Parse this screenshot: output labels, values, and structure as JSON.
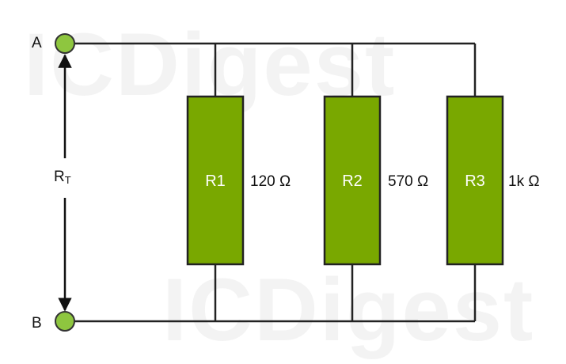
{
  "watermark": "ICDigest",
  "nodes": {
    "a": {
      "label": "A"
    },
    "b": {
      "label": "B"
    }
  },
  "total_resistance": {
    "main": "R",
    "sub": "T"
  },
  "resistors": [
    {
      "name": "R1",
      "value": "120 Ω"
    },
    {
      "name": "R2",
      "value": "570 Ω"
    },
    {
      "name": "R3",
      "value": "1k Ω"
    }
  ],
  "colors": {
    "resistor_fill": "#79a800",
    "node_fill": "#8ec63f",
    "wire": "#222222"
  }
}
